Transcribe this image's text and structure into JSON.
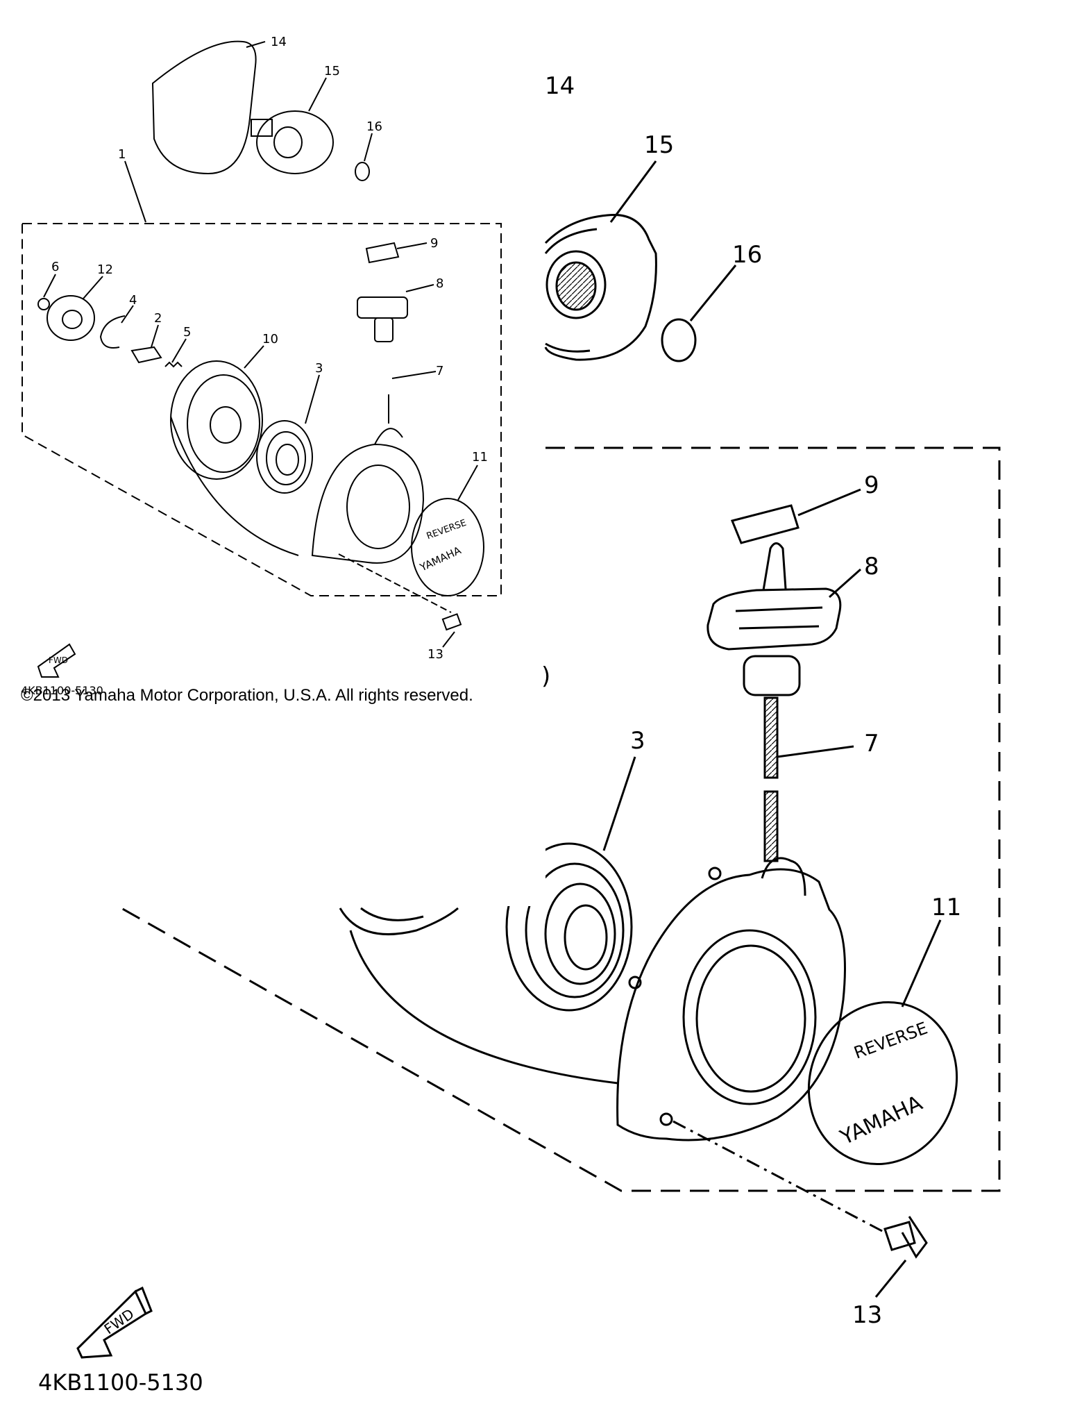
{
  "diagram": {
    "part_numbers": [
      "1",
      "2",
      "3",
      "4",
      "5",
      "6",
      "7",
      "8",
      "9",
      "10",
      "11",
      "12",
      "13",
      "14",
      "15",
      "16"
    ],
    "zoom_labels": [
      "3",
      "7",
      "8",
      "9",
      "11",
      "13",
      "14",
      "15",
      "16"
    ],
    "diagram_code": "4KB1100-5130",
    "fwd_label": "FWD",
    "cover_text_top": "REVERSE",
    "cover_text_bottom": "YAMAHA",
    "fragment_text": ")",
    "copyright": "©2013 Yamaha Motor Corporation, U.S.A. All rights reserved."
  },
  "colors": {
    "line": "#000000",
    "background": "#ffffff"
  }
}
